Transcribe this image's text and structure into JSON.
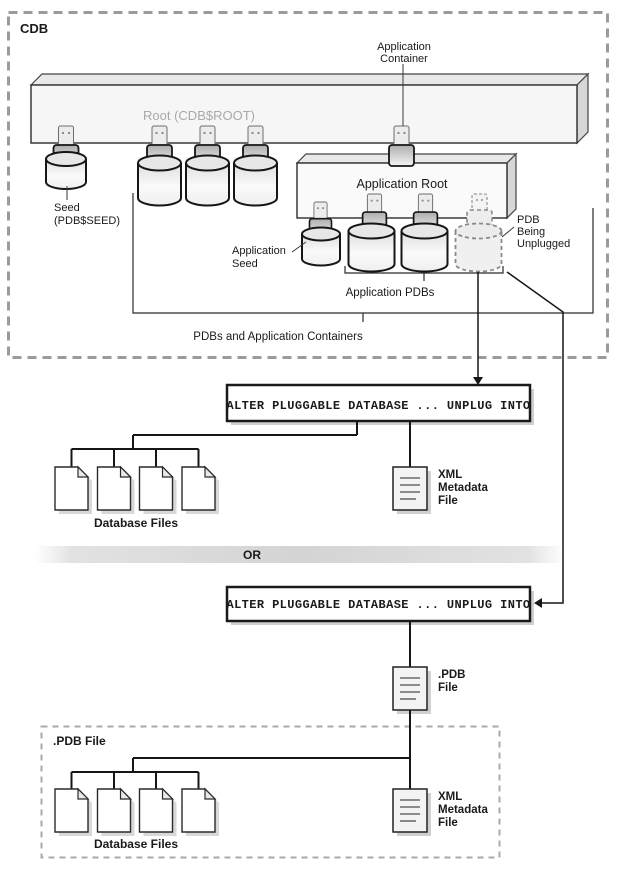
{
  "containers": {
    "cdb_label": "CDB",
    "root_label": "Root (CDB$ROOT)",
    "app_root_label": "Application Root",
    "pdb_file_box_label": ".PDB File"
  },
  "labels": {
    "application_container": [
      "Application",
      "Container"
    ],
    "seed": [
      "Seed",
      "(PDB$SEED)"
    ],
    "application_seed": [
      "Application",
      "Seed"
    ],
    "pdb_being_unplugged": [
      "PDB",
      "Being",
      "Unplugged"
    ],
    "application_pdbs": "Application PDBs",
    "pdbs_and_app_containers": "PDBs and Application Containers",
    "database_files_top": "Database Files",
    "database_files_bottom": "Database Files",
    "xml_metadata_file_top": [
      "XML",
      "Metadata",
      "File"
    ],
    "xml_metadata_file_bottom": [
      "XML",
      "Metadata",
      "File"
    ],
    "pdb_file": [
      ".PDB",
      "File"
    ],
    "or_divider": "OR"
  },
  "commands": {
    "unplug_top": "ALTER PLUGGABLE DATABASE ... UNPLUG INTO",
    "unplug_bottom": "ALTER PLUGGABLE DATABASE ... UNPLUG INTO"
  },
  "icons": {
    "plug": "usb-plug-icon",
    "cylinder": "database-cylinder-icon",
    "database_file": "page-with-folded-corner-icon",
    "metadata_file": "document-with-lines-icon"
  },
  "colors": {
    "line": "#161616",
    "dashed_border": "#9b9b9b",
    "inner_dashed_border": "#aaaaaa",
    "shadow": "#cfcfcf",
    "muted_text": "#a9a9a9",
    "slab_front": "#f6f6f6",
    "slab_top": "#e9e9e9",
    "slab_side": "#d7d7d7"
  }
}
